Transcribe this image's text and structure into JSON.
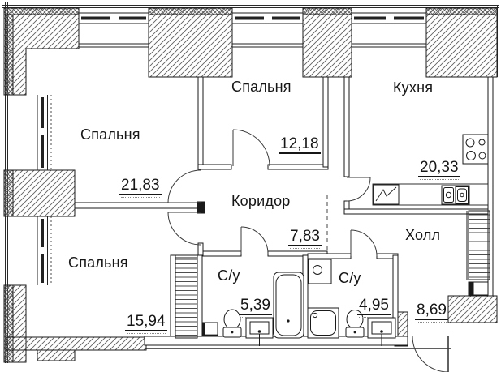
{
  "plan": {
    "title": "apartment-floor-plan",
    "rooms": [
      {
        "id": "bedroom-1",
        "label": "Спальня",
        "area": "21,83"
      },
      {
        "id": "bedroom-2",
        "label": "Спальня",
        "area": "12,18"
      },
      {
        "id": "kitchen",
        "label": "Кухня",
        "area": "20,33"
      },
      {
        "id": "corridor",
        "label": "Коридор",
        "area": "7,83"
      },
      {
        "id": "hall",
        "label": "Холл",
        "area": "8,69"
      },
      {
        "id": "bedroom-3",
        "label": "Спальня",
        "area": "15,94"
      },
      {
        "id": "bathroom-1",
        "label": "С/у",
        "area": "5,39"
      },
      {
        "id": "bathroom-2",
        "label": "С/у",
        "area": "4,95"
      }
    ],
    "fixtures": [
      "bathtub-icon",
      "toilet-icon",
      "sink-icon",
      "shower-tray-icon",
      "washing-machine-icon",
      "stove-icon",
      "kitchen-sink-icon",
      "fridge-icon",
      "wardrobe-icon",
      "entrance-door-icon"
    ],
    "colors": {
      "line": "#1a1a1a",
      "hatch": "#606060",
      "background": "#ffffff"
    }
  }
}
